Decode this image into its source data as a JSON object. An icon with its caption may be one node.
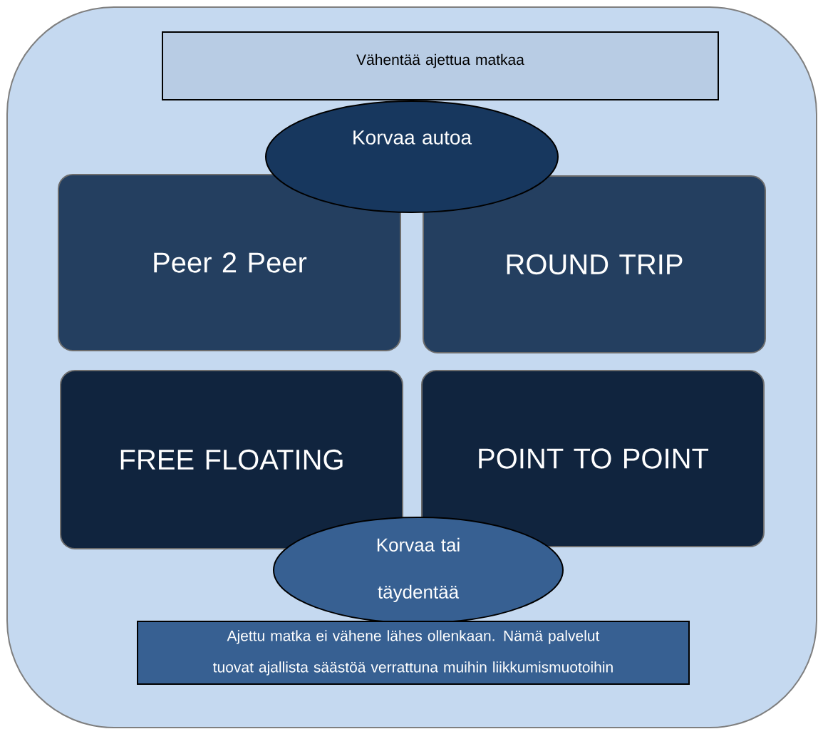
{
  "diagram": {
    "nodes": [
      {
        "text": [],
        "shape": "box"
      },
      {
        "text": [
          "Vähentää ajettua matkaa"
        ],
        "in": 0
      },
      {
        "text": [
          "Korvaa autoa"
        ],
        "in": 0
      },
      {
        "text": [
          "Peer 2 Peer"
        ],
        "in": 0
      },
      {
        "text": [
          "ROUND TRIP"
        ],
        "in": 0
      },
      {
        "text": [
          "FREE FLOATING"
        ],
        "in": 0
      },
      {
        "text": [
          "POINT TO POINT"
        ],
        "in": 0
      },
      {
        "text": [
          "Korvaa tai täydentää"
        ],
        "in": 0
      },
      {
        "text": [
          "Ajettu matka ei vähene lähes ollenkaan. Nämä palvelut tuovat ajallista säästöä verrattuna muihin liikkumismuotoihin"
        ],
        "in": 0
      }
    ]
  }
}
